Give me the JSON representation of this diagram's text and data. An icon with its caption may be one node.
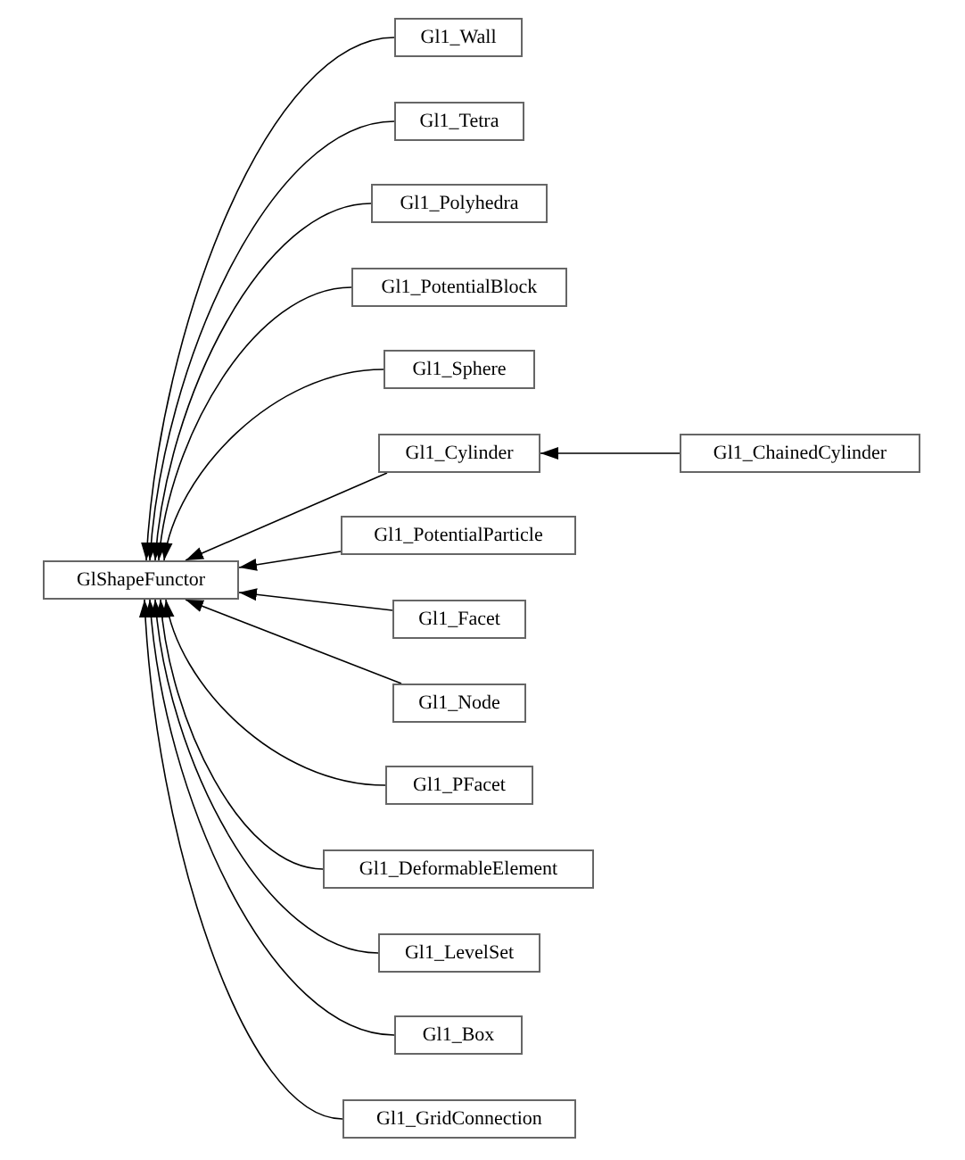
{
  "diagram": {
    "nodes": [
      {
        "text": [
          "GlShapeFunctor"
        ]
      },
      {
        "text": [
          "Gl1_Wall"
        ]
      },
      {
        "text": [
          "Gl1_Tetra"
        ]
      },
      {
        "text": [
          "Gl1_Polyhedra"
        ]
      },
      {
        "text": [
          "Gl1_PotentialBlock"
        ]
      },
      {
        "text": [
          "Gl1_Sphere"
        ]
      },
      {
        "text": [
          "Gl1_Cylinder"
        ]
      },
      {
        "text": [
          "Gl1_ChainedCylinder"
        ]
      },
      {
        "text": [
          "Gl1_PotentialParticle"
        ]
      },
      {
        "text": [
          "Gl1_Facet"
        ]
      },
      {
        "text": [
          "Gl1_Node"
        ]
      },
      {
        "text": [
          "Gl1_PFacet"
        ]
      },
      {
        "text": [
          "Gl1_DeformableElement"
        ]
      },
      {
        "text": [
          "Gl1_LevelSet"
        ]
      },
      {
        "text": [
          "Gl1_Box"
        ]
      },
      {
        "text": [
          "Gl1_GridConnection"
        ]
      }
    ],
    "edges": [
      {
        "from": 1,
        "to": 0,
        "arrow": "to"
      },
      {
        "from": 2,
        "to": 0,
        "arrow": "to"
      },
      {
        "from": 3,
        "to": 0,
        "arrow": "to"
      },
      {
        "from": 4,
        "to": 0,
        "arrow": "to"
      },
      {
        "from": 5,
        "to": 0,
        "arrow": "to"
      },
      {
        "from": 6,
        "to": 0,
        "arrow": "to"
      },
      {
        "from": 7,
        "to": 6,
        "arrow": "to"
      },
      {
        "from": 8,
        "to": 0,
        "arrow": "to"
      },
      {
        "from": 9,
        "to": 0,
        "arrow": "to"
      },
      {
        "from": 10,
        "to": 0,
        "arrow": "to"
      },
      {
        "from": 11,
        "to": 0,
        "arrow": "to"
      },
      {
        "from": 12,
        "to": 0,
        "arrow": "to"
      },
      {
        "from": 13,
        "to": 0,
        "arrow": "to"
      },
      {
        "from": 14,
        "to": 0,
        "arrow": "to"
      },
      {
        "from": 15,
        "to": 0,
        "arrow": "to"
      }
    ]
  }
}
